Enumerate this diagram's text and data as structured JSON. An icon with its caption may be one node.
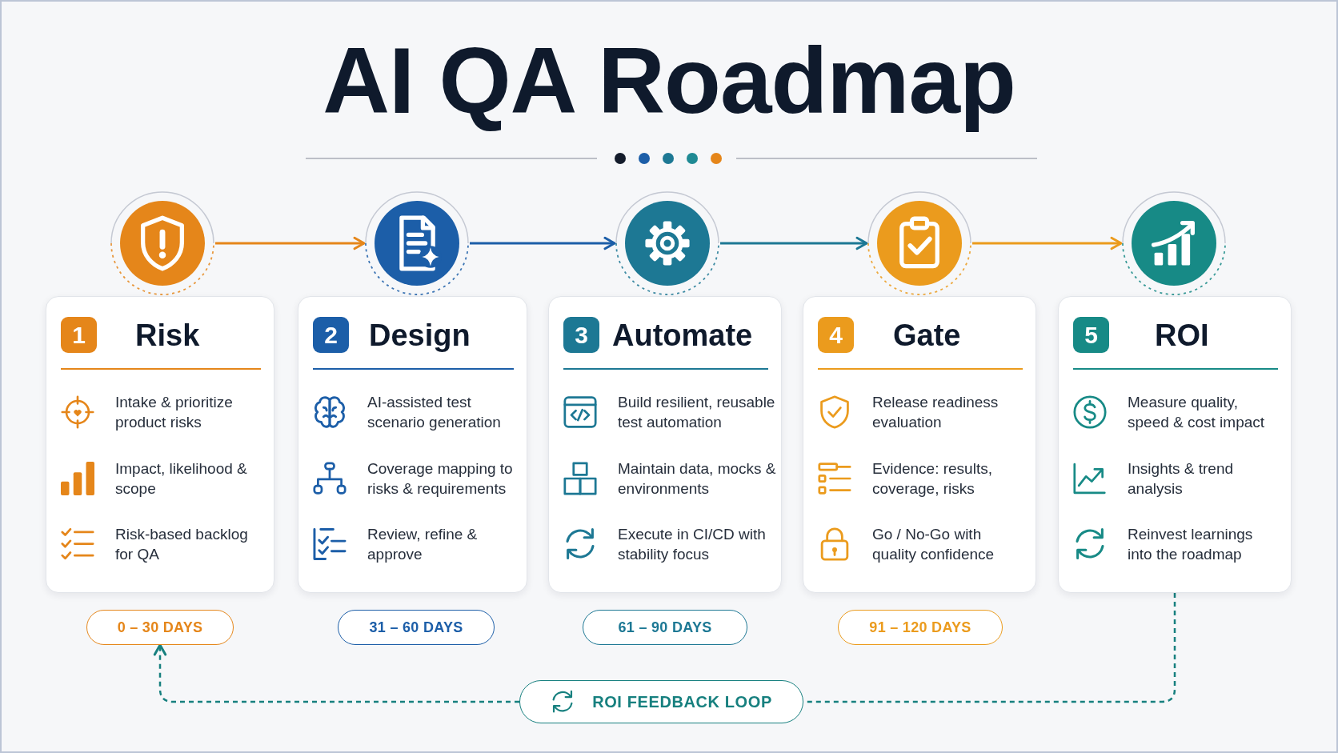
{
  "diagram": {
    "title": "AI QA Roadmap",
    "nodes": [
      {
        "text": [],
        "shape": "circle"
      },
      {
        "text": [],
        "shape": "circle"
      },
      {
        "text": [],
        "shape": "circle"
      },
      {
        "text": [],
        "shape": "circle"
      },
      {
        "text": [],
        "shape": "circle"
      },
      {
        "text": [
          "Risk",
          "Intake & prioritize product risks",
          "Impact, likelihood & scope",
          "Risk-based backlog for QA"
        ]
      },
      {
        "text": [
          "1"
        ],
        "in": 5
      },
      {
        "text": [
          "Design",
          "AI-assisted test scenario generation",
          "Coverage mapping to risks & requirements",
          "Review, refine & approve"
        ]
      },
      {
        "text": [
          "2"
        ],
        "in": 7
      },
      {
        "text": [
          "Automate",
          "Build resilient, reusable test automation",
          "Maintain data, mocks & environments",
          "Execute in CI/CD with stability focus"
        ]
      },
      {
        "text": [
          "3"
        ],
        "in": 9
      },
      {
        "text": [
          "Gate",
          "Release readiness evaluation",
          "Evidence: results, coverage, risks",
          "Go / No-Go with quality confidence"
        ]
      },
      {
        "text": [
          "4"
        ],
        "in": 11
      },
      {
        "text": [
          "ROI",
          "Measure quality, speed & cost impact",
          "Insights & trend analysis",
          "Reinvest learnings into the roadmap"
        ]
      },
      {
        "text": [
          "5"
        ],
        "in": 13
      },
      {
        "text": [
          "0 – 30 DAYS"
        ]
      },
      {
        "text": [
          "31 – 60 DAYS"
        ]
      },
      {
        "text": [
          "61 – 90 DAYS"
        ]
      },
      {
        "text": [
          "91 – 120 DAYS"
        ]
      },
      {
        "text": [
          "ROI FEEDBACK LOOP"
        ]
      }
    ],
    "edges": [
      {
        "from": 0,
        "to": 1,
        "arrow": "to",
        "color": "#e5861a"
      },
      {
        "from": 1,
        "to": 2,
        "arrow": "to",
        "color": "#1c5ea8"
      },
      {
        "from": 2,
        "to": 3,
        "arrow": "to",
        "color": "#1d7894"
      },
      {
        "from": 3,
        "to": 4,
        "arrow": "to",
        "color": "#eb9b1d"
      },
      {
        "from": 13,
        "to": 19,
        "arrow": "none",
        "style": "dashed",
        "color": "#17807f"
      },
      {
        "from": 19,
        "to": 15,
        "arrow": "to",
        "style": "dashed",
        "color": "#17807f"
      }
    ]
  }
}
